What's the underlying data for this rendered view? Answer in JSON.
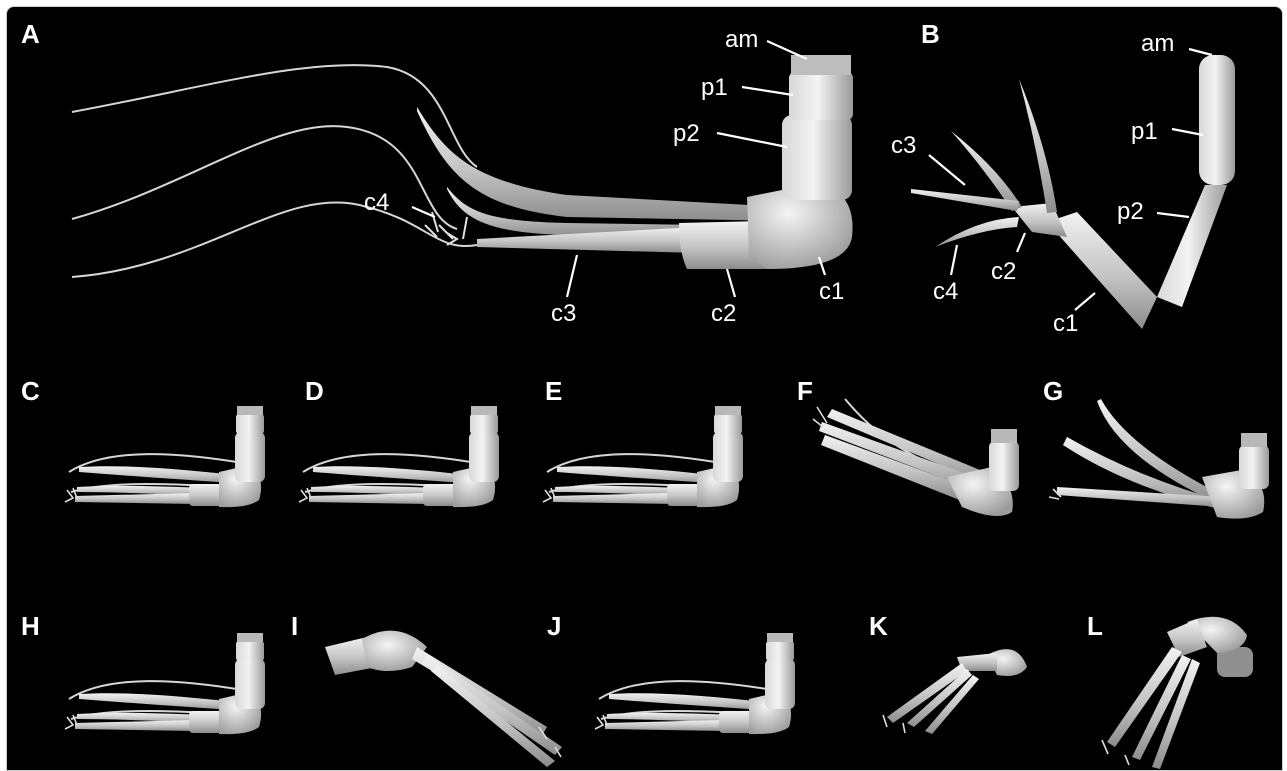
{
  "figure": {
    "panel_labels": {
      "A": "A",
      "B": "B",
      "C": "C",
      "D": "D",
      "E": "E",
      "F": "F",
      "G": "G",
      "H": "H",
      "I": "I",
      "J": "J",
      "K": "K",
      "L": "L"
    },
    "panel_a_annotations": {
      "am": "am",
      "p1": "p1",
      "p2": "p2",
      "c1": "c1",
      "c2": "c2",
      "c3": "c3",
      "c4": "c4"
    },
    "panel_b_annotations": {
      "am": "am",
      "p1": "p1",
      "p2": "p2",
      "c1": "c1",
      "c2": "c2",
      "c3": "c3",
      "c4": "c4"
    },
    "colors": {
      "background": "#000000",
      "text": "#ffffff",
      "appendage_light": "#f0f0f0",
      "appendage_mid": "#c9c9c9",
      "appendage_dark": "#8a8a8a"
    }
  }
}
